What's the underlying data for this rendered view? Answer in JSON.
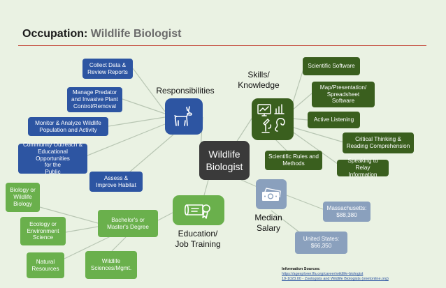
{
  "title": {
    "prefix": "Occupation:",
    "occupation": "Wildlife Biologist"
  },
  "center": {
    "label": "Wildlife\nBiologist"
  },
  "responsibilities": {
    "heading": "Responsibilities",
    "icon": "deer-icon",
    "items": [
      "Collect Data &\nReview Reports",
      "Manage Predator\nand Invasive Plant\nControl/Removal",
      "Monitor & Analyze Wildlife\nPopulation and Activity",
      "Community Outreach &\nEducational Opportunities\nfor the\nPublic",
      "Assess &\nImprove Habitat"
    ]
  },
  "skills": {
    "heading": "Skills/\nKnowledge",
    "icon": "skills-icon",
    "items": [
      "Scientific Software",
      "Map/Presentation/\nSpreadsheet\nSoftware",
      "Active Listening",
      "Critical Thinking &\nReading Comprehension",
      "Speaking to Relay\nInformation",
      "Scientific Rules and\nMethods"
    ]
  },
  "salary": {
    "heading": "Median\nSalary",
    "icon": "money-icon",
    "items": [
      "Massachusetts:\n$88,380",
      "United States:\n$66,350"
    ]
  },
  "education": {
    "heading": "Education/\nJob Training",
    "icon": "diploma-icon",
    "degree": "Bachelor's or\nMaster's Degree",
    "majors": [
      "Biology or\nWildlife Biology",
      "Ecology or\nEnvironment\nScience",
      "Natural\nResources",
      "Wildlife\nSciences/Mgmt."
    ]
  },
  "sources": {
    "label": "Information Sources:",
    "links": [
      "https://agexplorer.ffa.org/career/wildlife-biologist",
      "19-1023.00 - Zoologists and Wildlife Biologists (onetonline.org)"
    ]
  },
  "colors": {
    "responsibilities": "#2d55a2",
    "skills": "#3a5f1e",
    "education": "#6ab04c",
    "salary": "#8aa0bd",
    "center": "#3a3a3a",
    "rule": "#c0392b"
  }
}
